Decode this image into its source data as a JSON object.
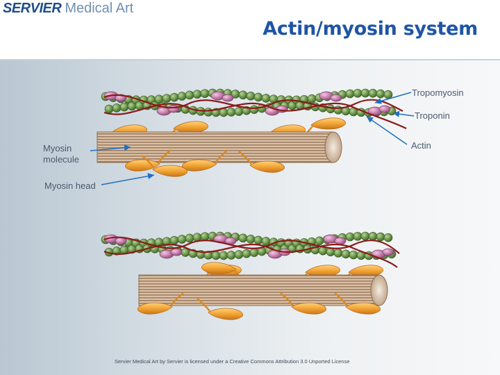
{
  "header": {
    "logo_bold": "SERVIER",
    "logo_light": "Medical Art",
    "title": "Actin/myosin system"
  },
  "labels": {
    "tropomyosin": "Tropomyosin",
    "troponin": "Troponin",
    "actin": "Actin",
    "myosin_molecule_line1": "Myosin",
    "myosin_molecule_line2": "molecule",
    "myosin_head": "Myosin head"
  },
  "credit": "Servier Medical Art by Servier is licensed under a Creative Commons Attribution 3.0 Unported License",
  "colors": {
    "title": "#1f55a6",
    "actin_bead": "#6f9a4e",
    "troponin": "#c77fae",
    "tropomyosin": "#8b1a1a",
    "myosin_head": "#f0a030",
    "myosin_filament": "#c9a88a",
    "pointer": "#1f6fbf"
  },
  "icons": [
    "servier-logo"
  ]
}
